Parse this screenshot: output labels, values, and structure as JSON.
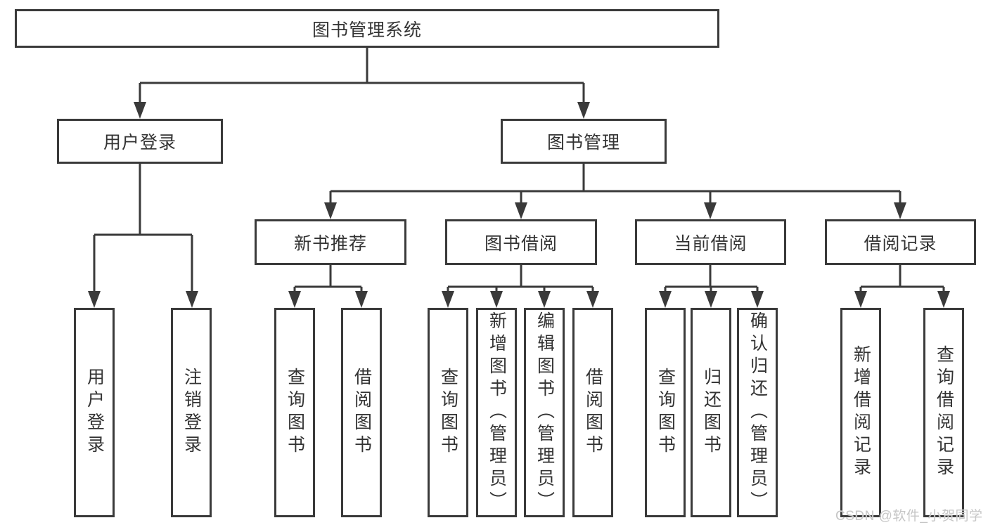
{
  "diagram": {
    "root": "图书管理系统",
    "level1": [
      "用户登录",
      "图书管理"
    ],
    "level2": [
      "新书推荐",
      "图书借阅",
      "当前借阅",
      "借阅记录"
    ],
    "leaves": {
      "user_login": [
        "用户登录",
        "注销登录"
      ],
      "new_books": [
        "查询图书",
        "借阅图书"
      ],
      "book_borrow": [
        "查询图书",
        "新增图书（管理员）",
        "编辑图书（管理员）",
        "借阅图书"
      ],
      "current_borrow": [
        "查询图书",
        "归还图书",
        "确认归还（管理员）"
      ],
      "borrow_records": [
        "新增借阅记录",
        "查询借阅记录"
      ]
    }
  },
  "watermark": "CSDN @软件_小贺同学",
  "colors": {
    "line": "#3a3a3a",
    "box_border": "#3a3a3a",
    "text": "#333333",
    "watermark": "#c6c6c6",
    "background": "#ffffff"
  }
}
